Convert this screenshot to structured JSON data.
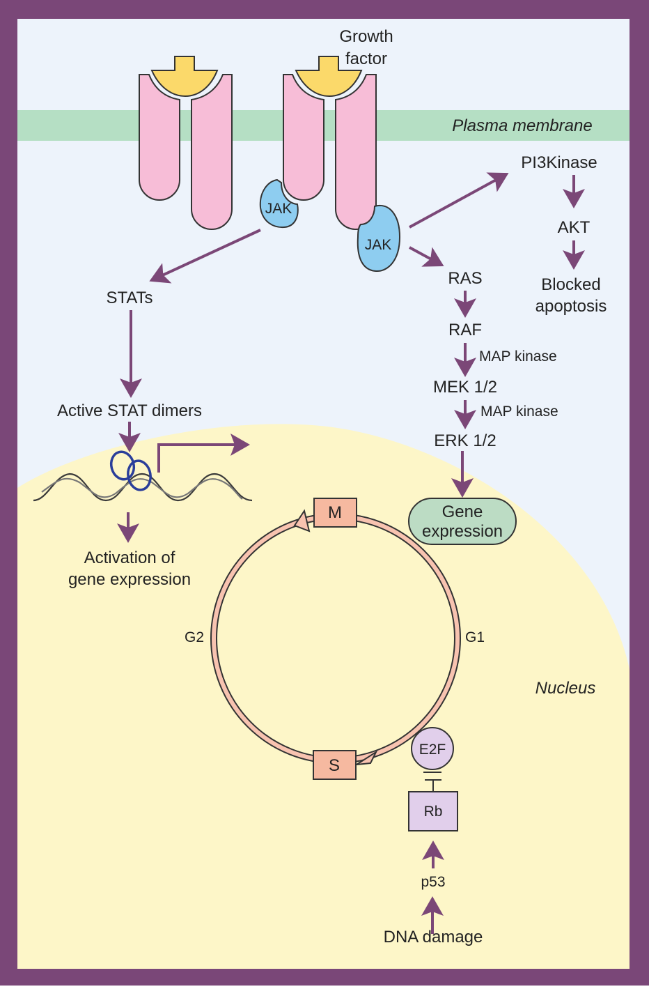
{
  "figure": {
    "title": "Growth factor receptor signaling: JAK/STAT, RAS/MAPK, PI3K/AKT and cell cycle control",
    "colors": {
      "frame": "#7a4778",
      "cytoplasm": "#edf3fb",
      "nucleus": "#fdf6c8",
      "membrane": "#b5dfc4",
      "receptor": "#f7bdd7",
      "growth_factor": "#fbd96a",
      "jak": "#8ecdf0",
      "arrow": "#7b4777",
      "cycle_band": "#f8c3b0",
      "phase_box": "#f6b9a0",
      "gene_expression_pill": "#bcdcc4",
      "e2f_rb": "#e1cfeb",
      "stat_dimer": "#2a3e9a",
      "dna": "#555555"
    }
  },
  "labels": {
    "growth_factor": [
      "Growth",
      "factor"
    ],
    "plasma_membrane": "Plasma membrane",
    "nucleus": "Nucleus",
    "jak_left": "JAK",
    "jak_right": "JAK",
    "pi3kinase": "PI3Kinase",
    "akt": "AKT",
    "blocked_apoptosis": [
      "Blocked",
      "apoptosis"
    ],
    "stats": "STATs",
    "active_stat_dimers": "Active STAT dimers",
    "activation_gene_expression": [
      "Activation of",
      "gene expression"
    ],
    "ras": "RAS",
    "raf": "RAF",
    "map_kinase_1": "MAP kinase",
    "mek": "MEK 1/2",
    "map_kinase_2": "MAP kinase",
    "erk": "ERK 1/2",
    "gene_expression": [
      "Gene",
      "expression"
    ],
    "phase_m": "M",
    "phase_s": "S",
    "phase_g1": "G1",
    "phase_g2": "G2",
    "e2f": "E2F",
    "rb": "Rb",
    "p53": "p53",
    "dna_damage": "DNA damage"
  }
}
